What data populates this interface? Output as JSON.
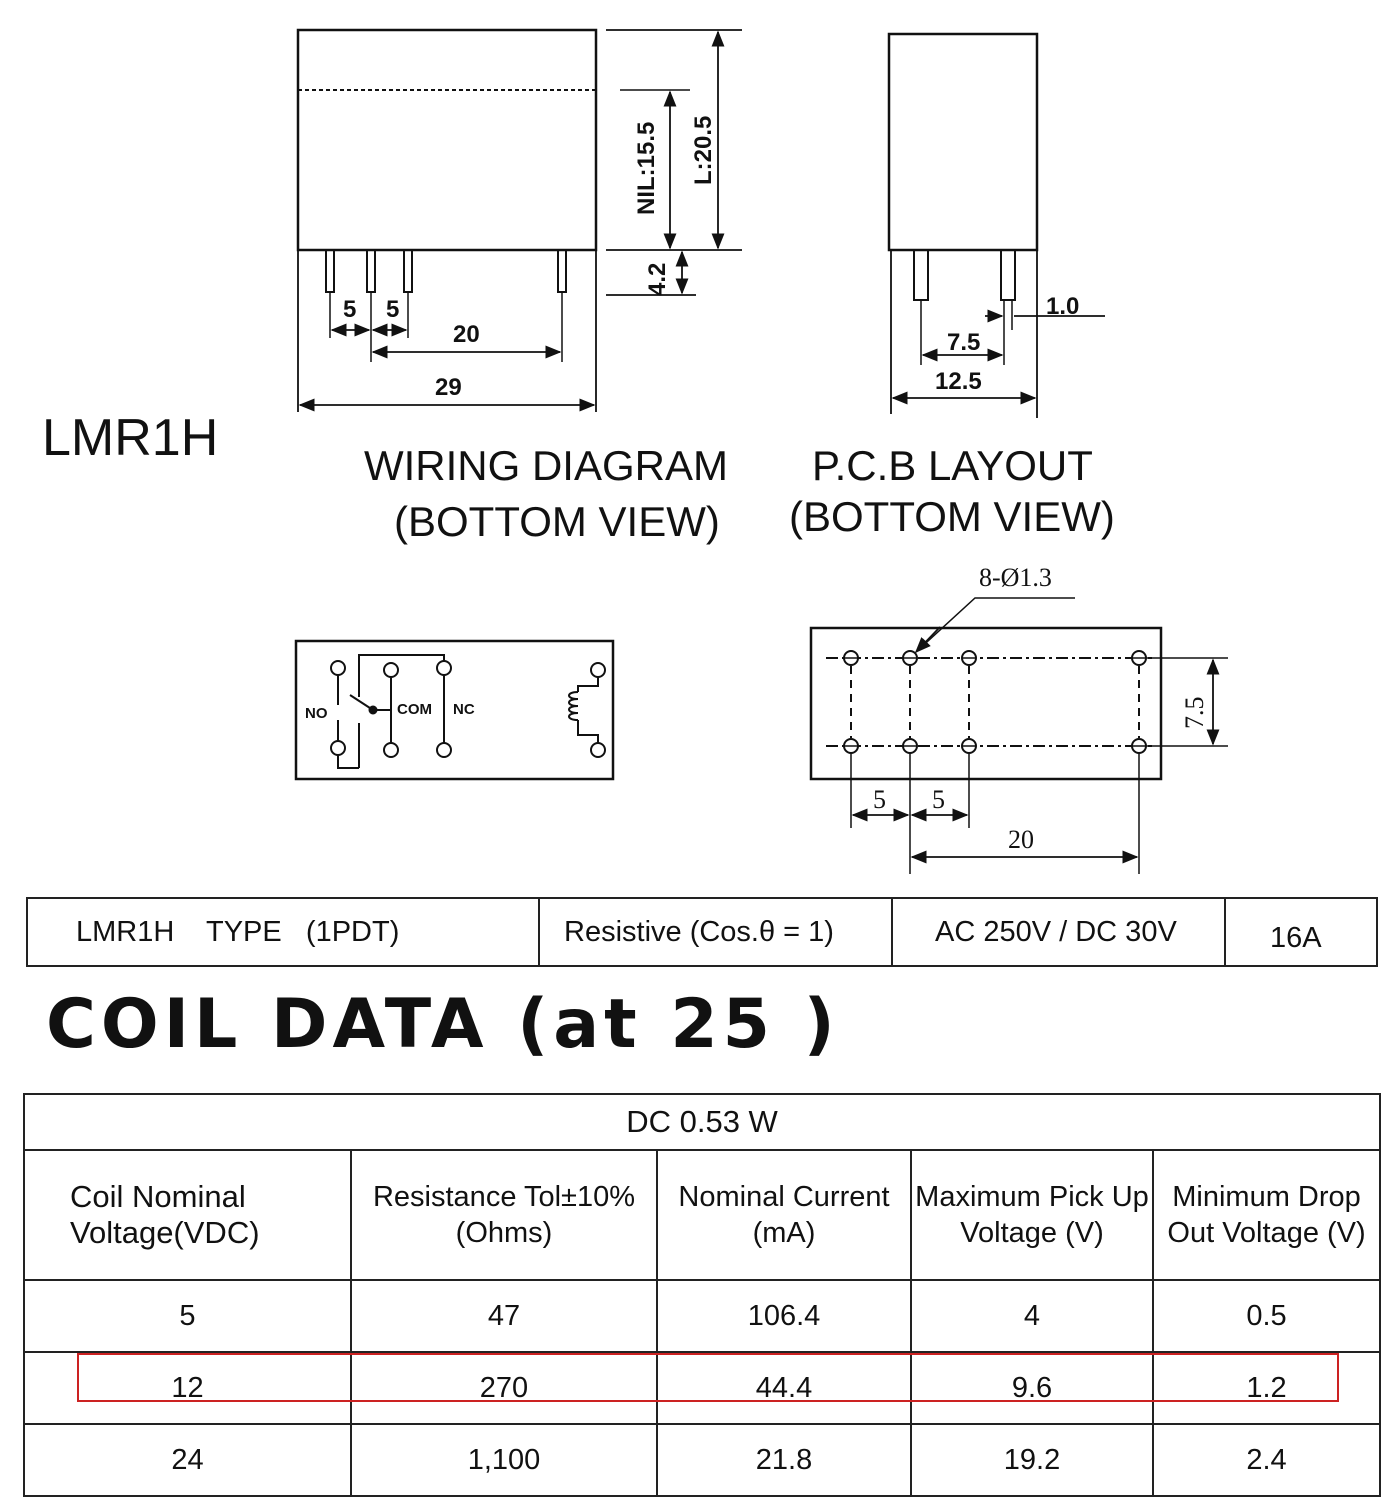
{
  "model": "LMR1H",
  "top_view": {
    "dim_nil": "NIL:15.5",
    "dim_l": "L:20.5",
    "dim_pin": "4.2",
    "dim_a": "5",
    "dim_b": "5",
    "dim_c": "20",
    "dim_d": "29"
  },
  "side_view": {
    "dim_pin_w": "1.0",
    "dim_a": "7.5",
    "dim_b": "12.5"
  },
  "captions": {
    "wiring_1": "WIRING DIAGRAM",
    "wiring_2": "(BOTTOM VIEW)",
    "pcb_1": "P.C.B LAYOUT",
    "pcb_2": "(BOTTOM VIEW)"
  },
  "wiring": {
    "no": "NO",
    "com": "COM",
    "nc": "NC"
  },
  "pcb": {
    "holes": "8-Ø1.3",
    "dim_row": "7.5",
    "dim_a": "5",
    "dim_b": "5",
    "dim_c": "20"
  },
  "type_table": {
    "type": "LMR1H    TYPE   (1PDT)",
    "load": "Resistive (Cos.θ = 1)",
    "rating": "AC 250V / DC 30V",
    "current": "16A"
  },
  "coil_title": "COIL DATA (at 25 )",
  "coil_table": {
    "power": "DC 0.53 W",
    "headers": [
      "Coil Nominal Voltage(VDC)",
      "Resistance Tol±10%(Ohms)",
      "Nominal Current (mA)",
      "Maximum  Pick Up Voltage (V)",
      "Minimum  Drop Out Voltage (V)"
    ],
    "rows": [
      [
        "5",
        "47",
        "106.4",
        "4",
        "0.5"
      ],
      [
        "12",
        "270",
        "44.4",
        "9.6",
        "1.2"
      ],
      [
        "24",
        "1,100",
        "21.8",
        "19.2",
        "2.4"
      ]
    ],
    "highlight_color": "#cc2222"
  }
}
